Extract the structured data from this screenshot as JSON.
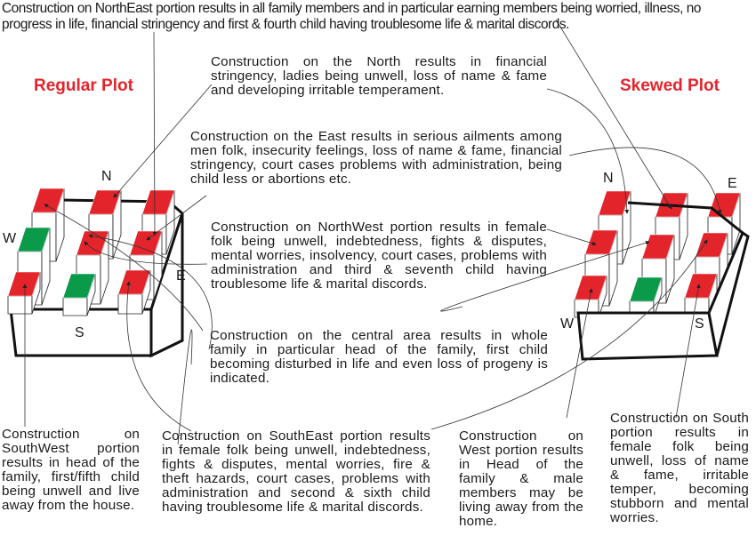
{
  "top_note": "Construction on NorthEast portion results in all family members and in particular earning members being worried, illness, no progress in life, financial stringency and first & fourth child having troublesome life & marital discords.",
  "titles": {
    "regular": "Regular Plot",
    "skewed": "Skewed Plot"
  },
  "directions": {
    "regular": {
      "n": "N",
      "w": "W",
      "e": "E",
      "s": "S"
    },
    "skewed": {
      "n": "N",
      "w": "W",
      "e": "E",
      "s": "S"
    }
  },
  "notes": {
    "north": "Construction on the North results in financial stringency, ladies being unwell, loss of name & fame and developing irritable temperament.",
    "east": "Construction on the East results in serious ailments among men folk, insecurity feelings, loss of name & fame, financial stringency, court cases problems with administration, being child less or abortions etc.",
    "northwest": "Construction on NorthWest portion results in female folk being unwell, indebtedness, fights & disputes, mental worries, insolvency, court cases, problems with administration and third & seventh child having troublesome life & marital discords.",
    "central": "Construction on the central area results in whole family in particular head of the family, first child becoming disturbed in life and even loss of progeny is indicated.",
    "southwest": "Construction on SouthWest portion results in head of the family, first/fifth child being unwell and live away from the house.",
    "southeast": "Construction on SouthEast portion results in female folk being unwell, indebtedness, fights & disputes, mental worries, fire & theft hazards, court cases, problems with administration and second & sixth child having troublesome life & marital discords.",
    "west": "Construction on West portion results in Head of the family & male members may be living away from the home.",
    "south": "Construction on South portion results in female folk being unwell, loss of name & fame, irritable temper, becoming stubborn and mental worries."
  },
  "colors": {
    "bad": "#e3242b",
    "good": "#0a9a4a",
    "title": "#e3242b"
  }
}
